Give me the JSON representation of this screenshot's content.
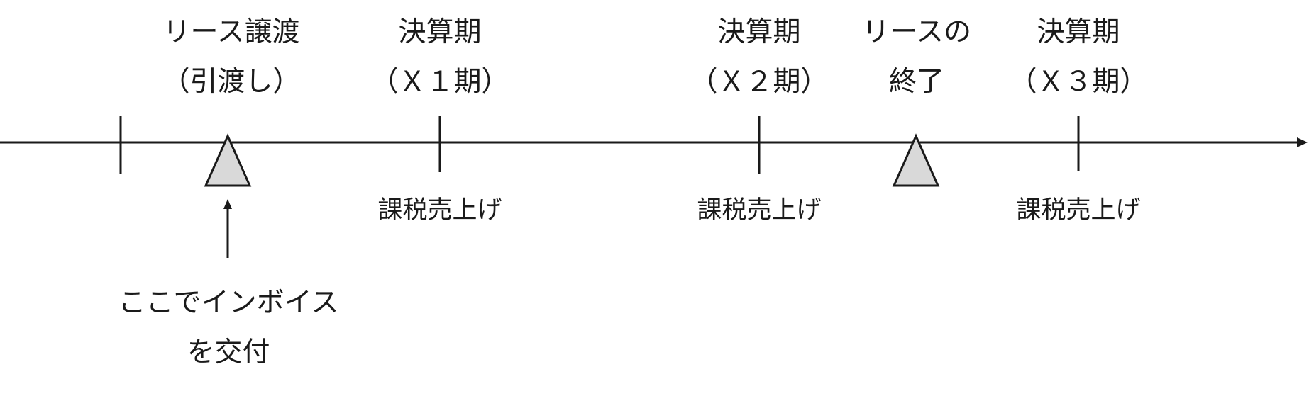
{
  "diagram": {
    "events": [
      {
        "line1": "リース譲渡",
        "line2": "（引渡し）"
      },
      {
        "line1": "決算期",
        "line2": "（Ｘ１期）"
      },
      {
        "line1": "決算期",
        "line2": "（Ｘ２期）"
      },
      {
        "line1": "リースの",
        "line2": "終了"
      },
      {
        "line1": "決算期",
        "line2": "（Ｘ３期）"
      }
    ],
    "sales_labels": [
      "課税売上げ",
      "課税売上げ",
      "課税売上げ"
    ],
    "note": {
      "line1": "ここでインボイス",
      "line2": "を交付"
    },
    "colors": {
      "line": "#1a1a1a",
      "triangle_fill": "#d9d9d9",
      "text": "#1a1a1a"
    }
  }
}
